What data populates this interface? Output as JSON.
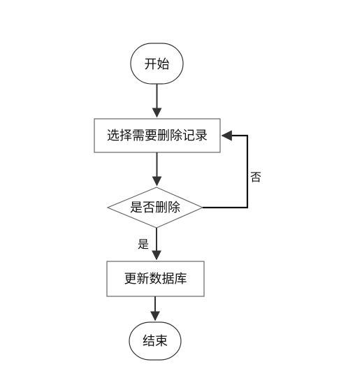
{
  "nodes": {
    "start": "开始",
    "select_record": "选择需要删除记录",
    "decision": "是否删除",
    "update_db": "更新数据库",
    "end": "结束"
  },
  "edges": {
    "yes": "是",
    "no": "否"
  },
  "colors": {
    "stroke": "#333333",
    "background": "#ffffff",
    "text": "#111111"
  }
}
